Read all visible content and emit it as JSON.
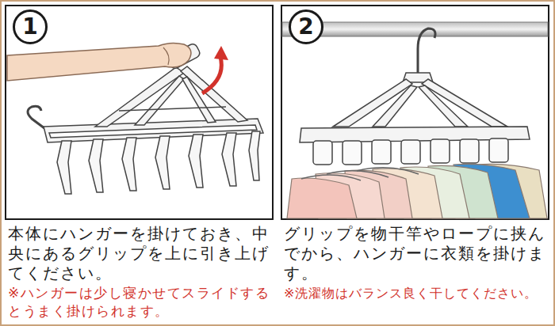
{
  "diagram": {
    "nodes": [
      {
        "text": [
          "1"
        ]
      },
      {
        "text": [
          "2"
        ]
      }
    ],
    "labels": [
      "本体にハンガーを掛けておき、中央にあるグリップを上に引き上げてください。",
      "※ハンガーは少し寝かせてスライドするとうまく掛けられます。",
      "グリップを物干竿やロープに挟んでから、ハンガーに衣類を掛けます。",
      "※洗濯物はバランス良く干してください。"
    ]
  }
}
